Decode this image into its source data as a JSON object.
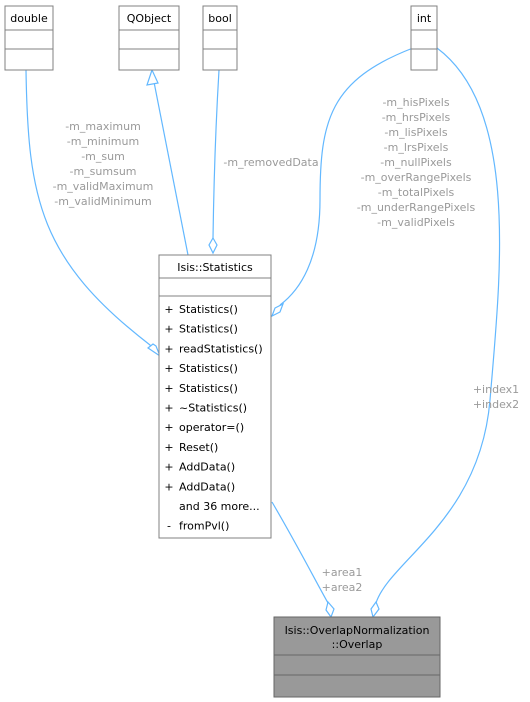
{
  "classes": {
    "double": {
      "name": "double"
    },
    "qobject": {
      "name": "QObject"
    },
    "bool": {
      "name": "bool"
    },
    "int": {
      "name": "int"
    },
    "statistics": {
      "name": "Isis::Statistics",
      "methods": [
        {
          "vis": "+",
          "name": "Statistics()"
        },
        {
          "vis": "+",
          "name": "Statistics()"
        },
        {
          "vis": "+",
          "name": "readStatistics()"
        },
        {
          "vis": "+",
          "name": "Statistics()"
        },
        {
          "vis": "+",
          "name": "Statistics()"
        },
        {
          "vis": "+",
          "name": "~Statistics()"
        },
        {
          "vis": "+",
          "name": "operator=()"
        },
        {
          "vis": "+",
          "name": "Reset()"
        },
        {
          "vis": "+",
          "name": "AddData()"
        },
        {
          "vis": "+",
          "name": "AddData()"
        },
        {
          "vis": "",
          "name": "and 36 more..."
        },
        {
          "vis": "-",
          "name": "fromPvl()"
        }
      ]
    },
    "overlap": {
      "name_line1": "Isis::OverlapNormalization",
      "name_line2": "::Overlap"
    }
  },
  "edge_labels": {
    "double_to_statistics": [
      "-m_maximum",
      "-m_minimum",
      "-m_sum",
      "-m_sumsum",
      "-m_validMaximum",
      "-m_validMinimum"
    ],
    "bool_to_statistics": [
      "-m_removedData"
    ],
    "int_to_statistics": [
      "-m_hisPixels",
      "-m_hrsPixels",
      "-m_lisPixels",
      "-m_lrsPixels",
      "-m_nullPixels",
      "-m_overRangePixels",
      "-m_totalPixels",
      "-m_underRangePixels",
      "-m_validPixels"
    ],
    "int_to_overlap": [
      "+index1",
      "+index2"
    ],
    "statistics_to_overlap": [
      "+area1",
      "+area2"
    ]
  },
  "colors": {
    "edge": "#63b8ff",
    "box_border": "#808080",
    "box_fill": "#ffffff",
    "highlight_fill": "#999999",
    "highlight_border": "#666666",
    "label": "#9a9a9a"
  }
}
